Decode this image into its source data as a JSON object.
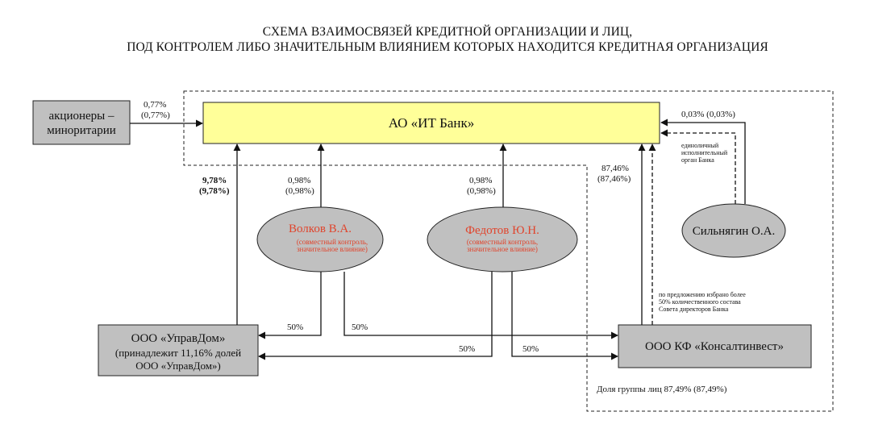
{
  "title": {
    "line1": "СХЕМА ВЗАИМОСВЯЗЕЙ КРЕДИТНОЙ ОРГАНИЗАЦИИ И ЛИЦ,",
    "line2": "ПОД КОНТРОЛЕМ ЛИБО ЗНАЧИТЕЛЬНЫМ ВЛИЯНИЕМ КОТОРЫХ НАХОДИТСЯ КРЕДИТНАЯ ОРГАНИЗАЦИЯ"
  },
  "nodes": {
    "bank": {
      "label": "АО «ИТ Банк»",
      "color": "#ffff99"
    },
    "minority": {
      "line1": "акционеры –",
      "line2": "миноритарии"
    },
    "volkov": {
      "name": "Волков В.А.",
      "note1": "(совместный контроль,",
      "note2": "значительное влияние)"
    },
    "fedotov": {
      "name": "Федотов Ю.Н.",
      "note1": "(совместный контроль,",
      "note2": "значительное влияние)"
    },
    "silnyagin": {
      "name": "Сильнягин О.А."
    },
    "upravdom": {
      "line1": "ООО «УправДом»",
      "line2": "(принадлежит 11,16% долей",
      "line3": "ООО «УправДом»)"
    },
    "konsalt": {
      "label": "ООО КФ «Консалтинвест»"
    }
  },
  "labels": {
    "minority_share": [
      "0,77%",
      "(0,77%)"
    ],
    "upravdom_share": [
      "9,78%",
      "(9,78%)"
    ],
    "volkov_share": [
      "0,98%",
      "(0,98%)"
    ],
    "fedotov_share": [
      "0,98%",
      "(0,98%)"
    ],
    "konsalt_share": [
      "87,46%",
      "(87,46%)"
    ],
    "silnyagin_share": "0,03% (0,03%)",
    "silnyagin_role": [
      "единоличный",
      "исполнительный",
      "орган Банка"
    ],
    "board_note": [
      "по предложению избрано более",
      "50% количественного состава",
      "Совета директоров Банка"
    ],
    "volkov_upravdom": "50%",
    "volkov_konsalt": "50%",
    "fedotov_upravdom": "50%",
    "fedotov_konsalt": "50%",
    "group_share": "Доля группы лиц  87,49% (87,49%)"
  },
  "colors": {
    "bank_fill": "#ffff99",
    "box_fill": "#c0c0c0",
    "person_name": "#e0442c",
    "person_note": "#e0442c"
  }
}
